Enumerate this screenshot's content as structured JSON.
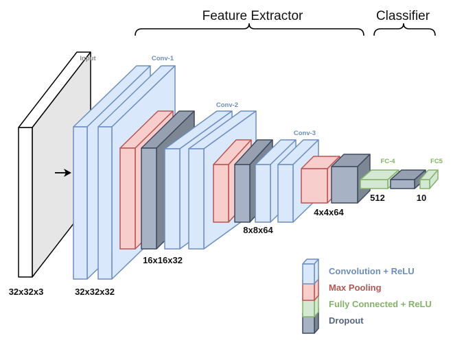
{
  "headings": {
    "feature_extractor": "Feature Extractor",
    "classifier": "Classifier"
  },
  "layer_labels": {
    "input": "Input",
    "conv1": "Conv-1",
    "conv2": "Conv-2",
    "conv3": "Conv-3",
    "fc4": "FC-4",
    "fc5": "FC5"
  },
  "dimensions": {
    "input": "32x32x3",
    "conv1": "32x32x32",
    "pool1": "16x16x32",
    "pool2": "8x8x64",
    "pool3": "4x4x64",
    "fc4": "512",
    "fc5": "10"
  },
  "legend": [
    {
      "label": "Convolution + ReLU",
      "color": "#6c8ebf"
    },
    {
      "label": "Max Pooling",
      "color": "#b85450"
    },
    {
      "label": "Fully Connected + ReLU",
      "color": "#82b366"
    },
    {
      "label": "Dropout",
      "color": "#56657e"
    }
  ],
  "colors": {
    "conv_fill": "#dae8fc",
    "conv_stroke": "#6c8ebf",
    "pool_fill": "#f8cecc",
    "pool_stroke": "#b85450",
    "fc_fill": "#d5e8d4",
    "fc_stroke": "#82b366",
    "dropout_fill": "#a7b2c4",
    "dropout_stroke": "#3d4a5e",
    "input_fill": "#e6e6e6",
    "input_stroke": "#000000"
  }
}
